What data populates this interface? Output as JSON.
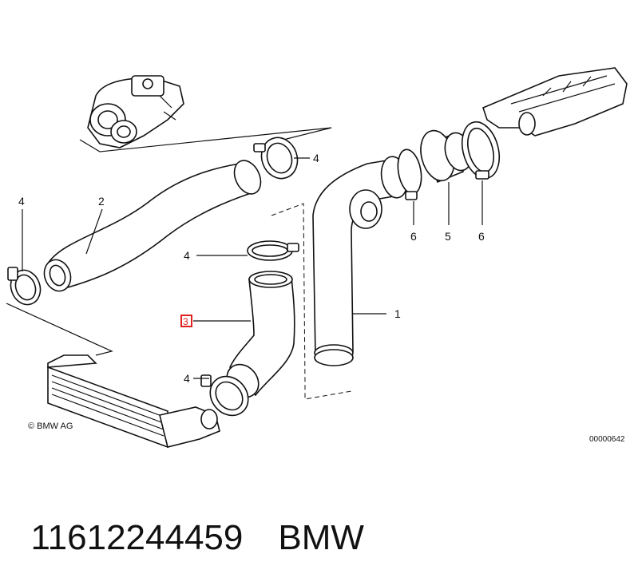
{
  "callouts": {
    "c4_top": "4",
    "c2": "2",
    "c4_left": "4",
    "c4_mid": "4",
    "c3": "3",
    "c4_bottom": "4",
    "c1": "1",
    "c6_a": "6",
    "c5": "5",
    "c6_b": "6"
  },
  "copyright": "© BMW AG",
  "reference": "00000642",
  "caption": {
    "part_number": "11612244459",
    "brand": "BMW"
  },
  "colors": {
    "line": "#111111",
    "highlight": "#e02020"
  }
}
